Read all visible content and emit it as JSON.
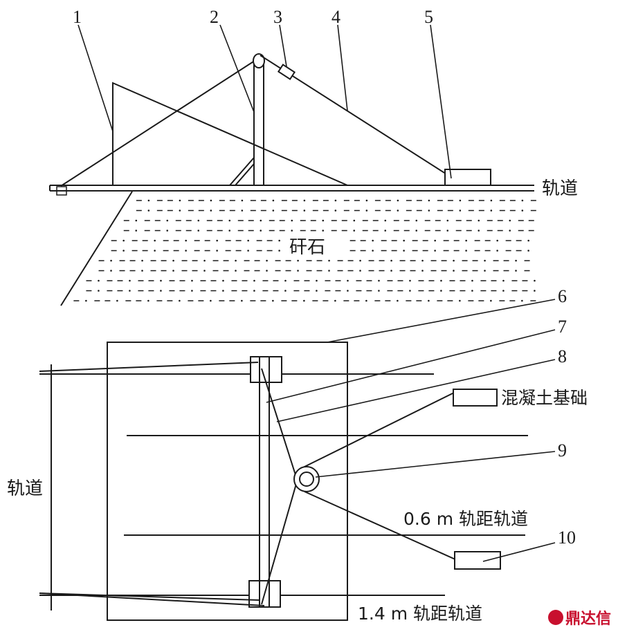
{
  "callouts": {
    "n1": "1",
    "n2": "2",
    "n3": "3",
    "n4": "4",
    "n5": "5",
    "n6": "6",
    "n7": "7",
    "n8": "8",
    "n9": "9",
    "n10": "10"
  },
  "labels": {
    "track_top": "轨道",
    "gravel": "矸石",
    "concrete": "混凝土基础",
    "track_left": "轨道",
    "gauge_06": "0.6 m 轨距轨道",
    "gauge_14": "1.4 m 轨距轨道"
  },
  "watermark": "鼎达信"
}
